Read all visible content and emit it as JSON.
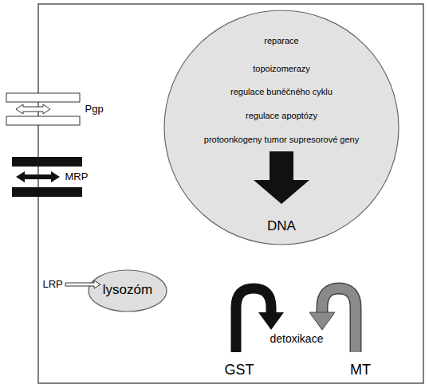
{
  "diagram": {
    "nodes": [
      {
        "text": [
          "reparace",
          "topoizomerazy",
          "regulace buněčného cyklu",
          "regulace apoptózy",
          "protoonkogeny tumor supresorové geny",
          "DNA"
        ]
      },
      {
        "text": [
          "lysozóm"
        ]
      }
    ],
    "labels": [
      "Pgp",
      "MRP",
      "LRP",
      "detoxikace",
      "GST",
      "MT"
    ]
  }
}
